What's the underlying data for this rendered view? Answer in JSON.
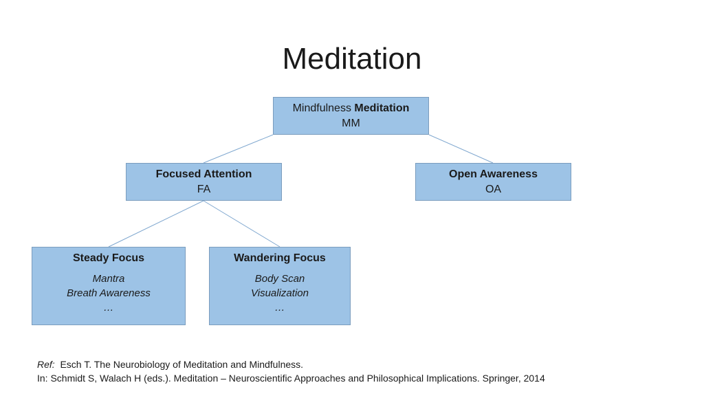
{
  "title": "Meditation",
  "nodes": {
    "mm": {
      "line1_normal": "Mindfulness ",
      "line1_bold": "Meditation",
      "line2": "MM"
    },
    "fa": {
      "label": "Focused Attention",
      "abbr": "FA"
    },
    "oa": {
      "label": "Open Awareness",
      "abbr": "OA"
    },
    "steady": {
      "label": "Steady Focus",
      "items": [
        "Mantra",
        "Breath Awareness",
        "…"
      ]
    },
    "wandering": {
      "label": "Wandering Focus",
      "items": [
        "Body Scan",
        "Visualization",
        "…"
      ]
    }
  },
  "reference": {
    "prefix": "Ref:",
    "line1": "Esch T. The Neurobiology of Meditation and Mindfulness.",
    "line2": "In: Schmidt S, Walach H (eds.). Meditation – Neuroscientific Approaches and Philosophical Implications. Springer, 2014"
  },
  "colors": {
    "box_fill": "#9dc3e6",
    "box_border": "#7a9cbd",
    "connector": "#7fa7cf"
  }
}
